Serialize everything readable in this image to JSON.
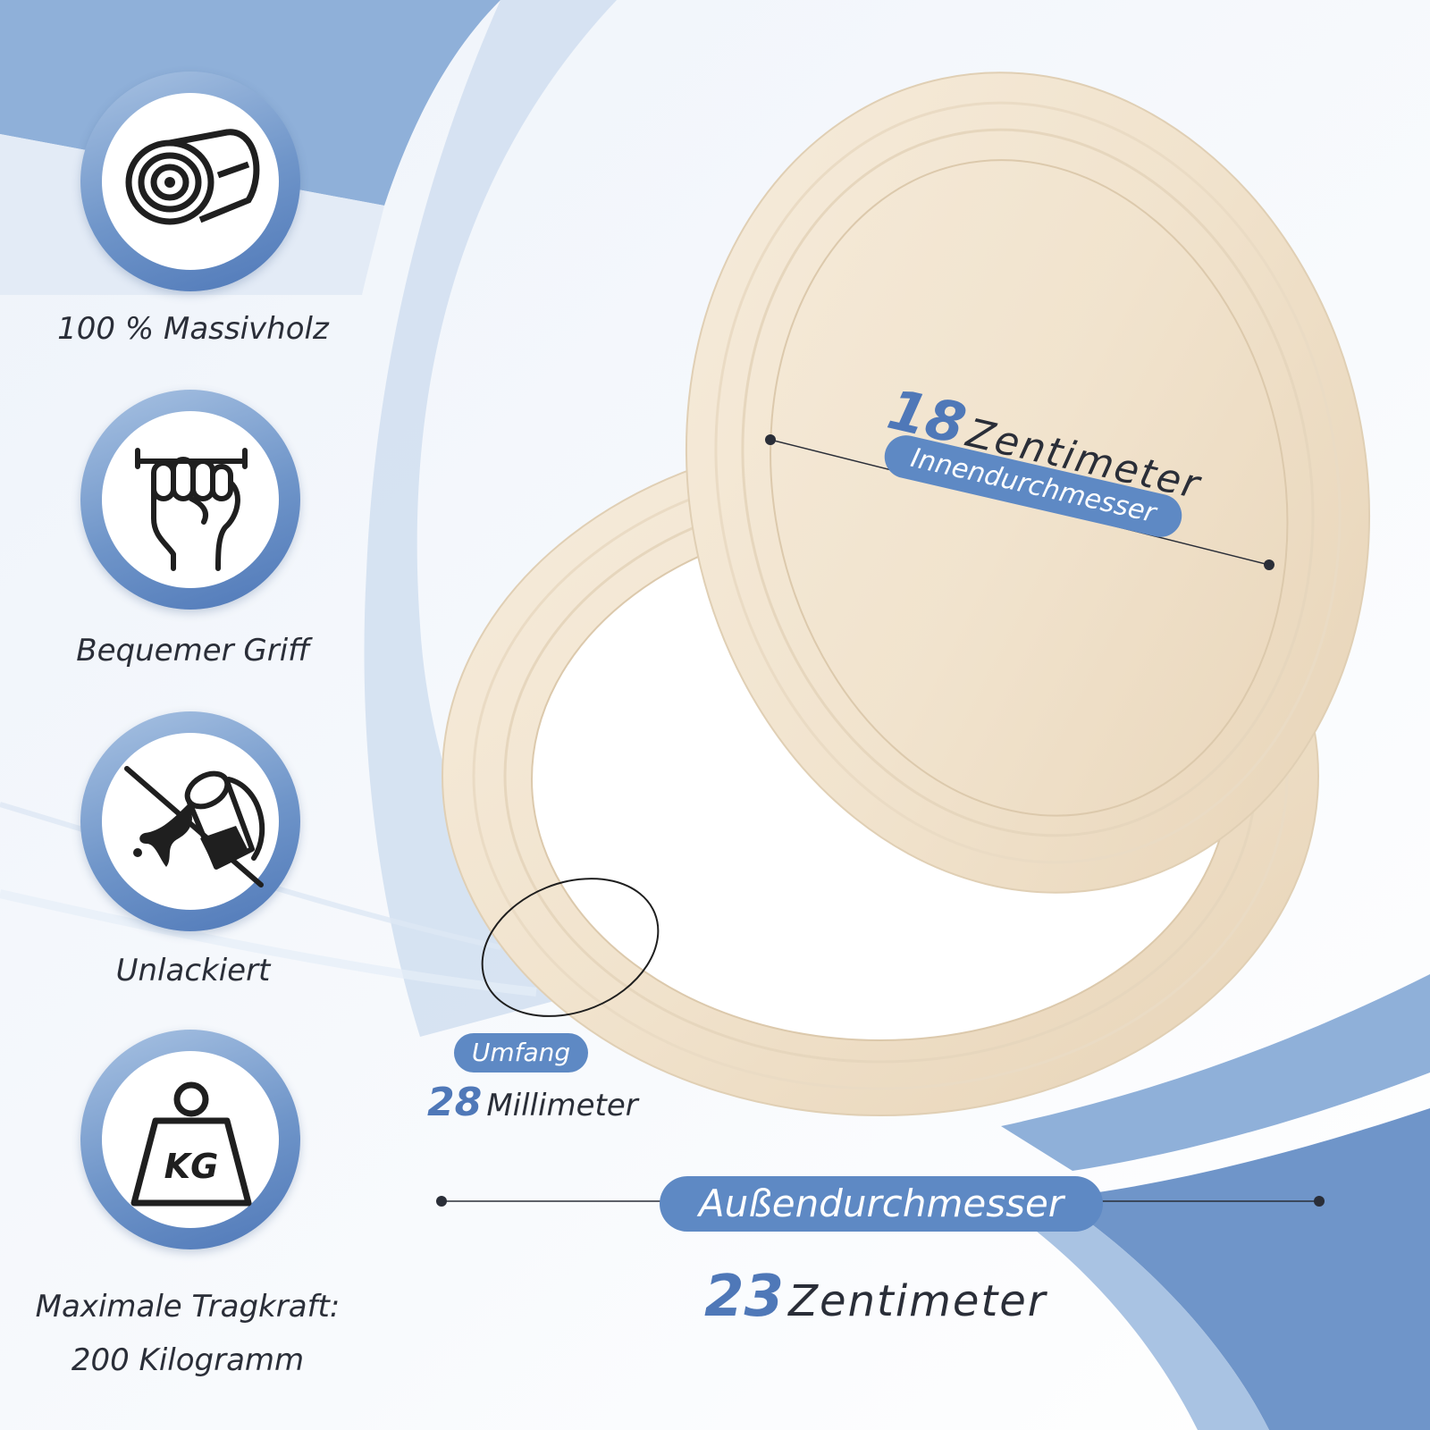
{
  "colors": {
    "accent": "#5e89c4",
    "accent_dark": "#4f78b8",
    "wood": "#f1e3cd",
    "text": "#2a2e38"
  },
  "features": [
    {
      "icon": "wood-log-icon",
      "label": "100 % Massivholz"
    },
    {
      "icon": "grip-fist-icon",
      "label": "Bequemer Griff"
    },
    {
      "icon": "no-paint-icon",
      "label": "Unlackiert"
    },
    {
      "icon": "weight-kg-icon",
      "label_line1": "Maximale Tragkraft:",
      "label_line2": "200 Kilogramm",
      "icon_text": "KG"
    }
  ],
  "inner_diameter": {
    "value": "18",
    "unit": "Zentimeter",
    "label": "Innendurchmesser"
  },
  "circumference": {
    "label": "Umfang",
    "value": "28",
    "unit": "Millimeter"
  },
  "outer_diameter": {
    "label": "Außendurchmesser",
    "value": "23",
    "unit": "Zentimeter"
  }
}
